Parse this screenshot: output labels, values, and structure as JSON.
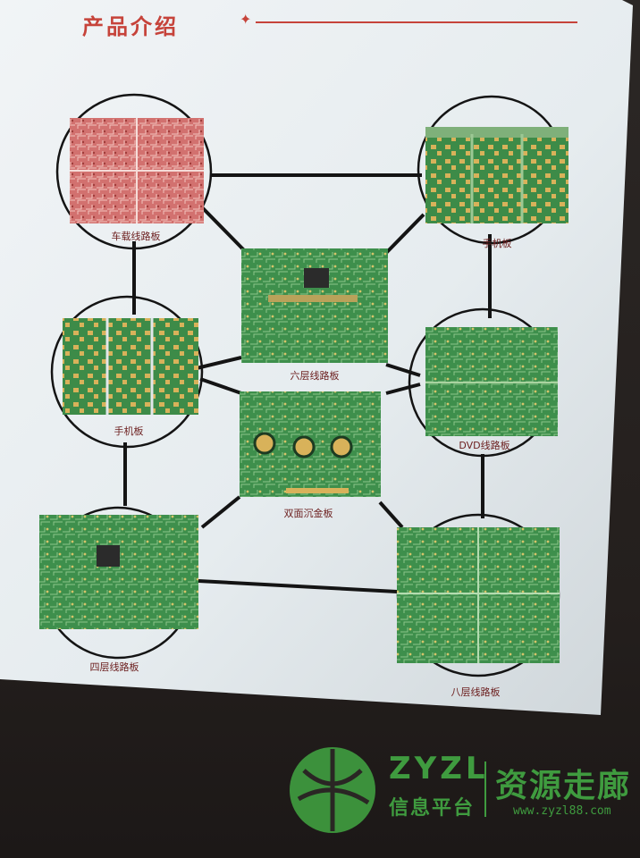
{
  "page": {
    "title": "产品介绍"
  },
  "products": [
    {
      "name": "车载线路板",
      "board_color": "red"
    },
    {
      "name": "手机板",
      "board_color": "green-gold"
    },
    {
      "name": "六层线路板",
      "board_color": "green"
    },
    {
      "name": "手机板",
      "board_color": "green-gold"
    },
    {
      "name": "DVD线路板",
      "board_color": "green"
    },
    {
      "name": "双面沉金板",
      "board_color": "green-gold"
    },
    {
      "name": "四层线路板",
      "board_color": "green"
    },
    {
      "name": "八层线路板",
      "board_color": "green"
    }
  ],
  "watermark": {
    "logo_letters": "ZYZL",
    "subtitle": "信息平台",
    "brand": "资源走廊",
    "url": "www.zyzl88.com"
  },
  "colors": {
    "title": "#c6433a",
    "caption": "#6b1d1d",
    "connector": "#141414",
    "watermark": "#3f9b3f"
  }
}
